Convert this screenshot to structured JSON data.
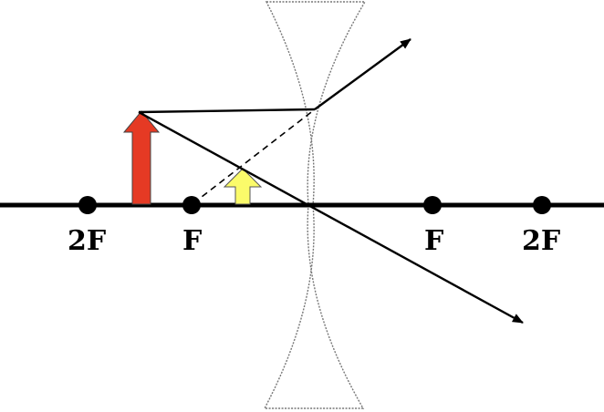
{
  "labels": {
    "left_2f": "2F",
    "left_f": "F",
    "right_f": "F",
    "right_2f": "2F"
  },
  "colors": {
    "object_arrow": "#e53a24",
    "image_arrow": "#fbfb6a",
    "lens_outline": "#777777",
    "ray": "#000000",
    "axis": "#000000"
  },
  "lens": {
    "type": "concave"
  }
}
